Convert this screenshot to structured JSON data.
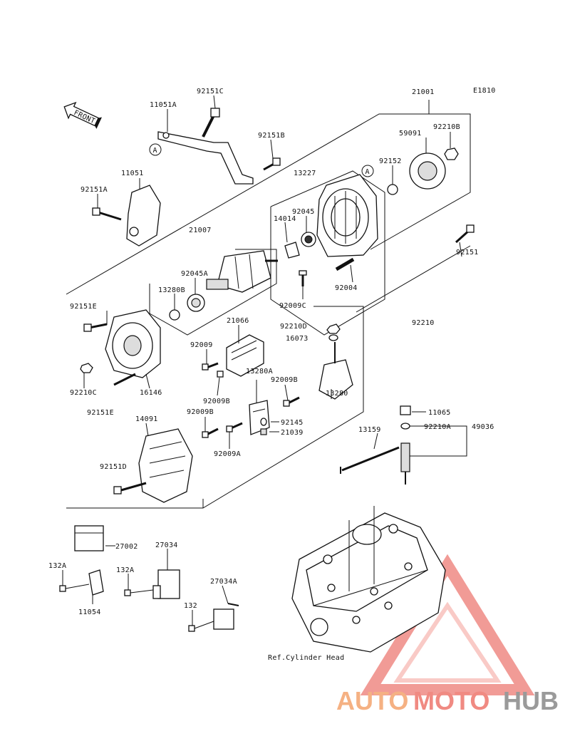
{
  "diagram_code": "E1810",
  "front_label": "FRONT",
  "reference_mark": "A",
  "ref_caption": "Ref.Cylinder Head",
  "watermark": {
    "brand_auto": "AUTO",
    "brand_moto": "MOTO",
    "brand_hub": "HUB",
    "color_auto": "#f5b183",
    "color_moto": "#f08a82",
    "color_hub": "#9a9a9a",
    "triangle_color": "#ef8a84"
  },
  "parts": {
    "p92151C": "92151C",
    "p11051A": "11051A",
    "p92151B": "92151B",
    "p11051": "11051",
    "p92151A": "92151A",
    "p21001": "21001",
    "p59091": "59091",
    "p92210B": "92210B",
    "p92152": "92152",
    "p13227": "13227",
    "p92045": "92045",
    "p14014": "14014",
    "p21007": "21007",
    "p92151": "92151",
    "p92045A": "92045A",
    "p13280B": "13280B",
    "p92004": "92004",
    "p92009C": "92009C",
    "p92151E_top": "92151E",
    "p21066": "21066",
    "p92210D": "92210D",
    "p16073": "16073",
    "p92210": "92210",
    "p92009": "92009",
    "p13280A": "13280A",
    "p92009B_a": "92009B",
    "p92210C": "92210C",
    "p16146": "16146",
    "p92009B_b": "92009B",
    "p92151E_bottom": "92151E",
    "p14091": "14091",
    "p92009B_c": "92009B",
    "p13280": "13280",
    "p92145": "92145",
    "p21039": "21039",
    "p11065": "11065",
    "p92009A": "92009A",
    "p13159": "13159",
    "p92210A": "92210A",
    "p49036": "49036",
    "p92151D": "92151D",
    "p27002": "27002",
    "p27034": "27034",
    "p132A_left": "132A",
    "p132A_right": "132A",
    "p27034A": "27034A",
    "p11054": "11054",
    "p132": "132"
  }
}
